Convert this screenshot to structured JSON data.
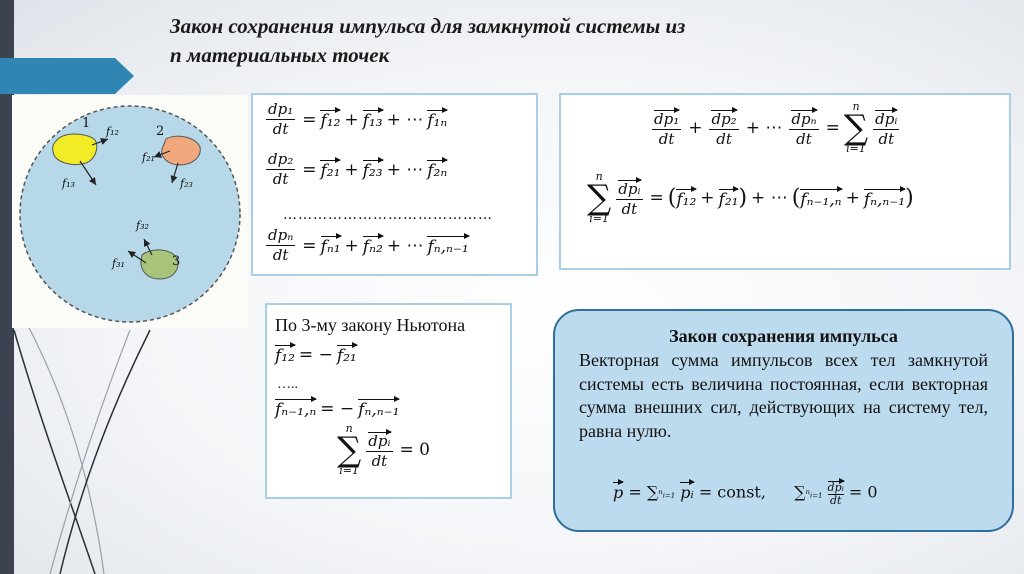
{
  "title": {
    "line1": "Закон сохранения импульса для замкнутой системы из",
    "line2": "n материальных точек"
  },
  "colors": {
    "accent": "#2f86b3",
    "dark_bar": "#3c4350",
    "box_border": "#a9cfe2",
    "law_fill": "#bddbee",
    "law_border": "#2f6f9a",
    "circle_fill": "#b6d8e8",
    "body1": "#f2ec27",
    "body2": "#f0a87c",
    "body3": "#a8c47a"
  },
  "diagram": {
    "labels": {
      "n1": "1",
      "n2": "2",
      "n3": "3",
      "f12": "f₁₂",
      "f13": "f₁₃",
      "f21": "f₂₁",
      "f23": "f₂₃",
      "f32": "f₃₂",
      "f31": "f₃₁"
    }
  },
  "eq1": {
    "rows": [
      {
        "num": "dp₁",
        "den": "dt",
        "eq": "=",
        "t1": "f₁₂",
        "plus1": "+",
        "t2": "f₁₃",
        "plus2": "+ ⋯",
        "t3": "f₁ₙ"
      },
      {
        "num": "dp₂",
        "den": "dt",
        "eq": "=",
        "t1": "f₂₁",
        "plus1": "+",
        "t2": "f₂₃",
        "plus2": "+ ⋯",
        "t3": "f₂ₙ"
      },
      {
        "num": "dpₙ",
        "den": "dt",
        "eq": "=",
        "t1": "fₙ₁",
        "plus1": "+",
        "t2": "fₙ₂",
        "plus2": "+ ⋯",
        "t3": "fₙ,ₙ₋₁"
      }
    ],
    "dots": "……………………………………"
  },
  "eq2": {
    "line1": {
      "n1": "dp₁",
      "n2": "dp₂",
      "n3": "dpₙ",
      "den": "dt",
      "plus": "+",
      "dots": "+ ⋯",
      "eq": "=",
      "sum_top": "n",
      "sum_bot": "i=1",
      "ni": "dpᵢ"
    },
    "line2": {
      "sum_top": "n",
      "sum_bot": "i=1",
      "ni": "dpᵢ",
      "den": "dt",
      "eq": "=",
      "lp": "(",
      "a": "f₁₂",
      "plus": "+",
      "b": "f₂₁",
      "rp": ")",
      "mid": "+ ⋯",
      "lp2": "(",
      "c": "fₙ₋₁,ₙ",
      "d": "fₙ,ₙ₋₁",
      "rp2": ")"
    }
  },
  "newton": {
    "heading": "По 3-му закону Ньютона",
    "r1_left": "f₁₂",
    "r1_eq": "= −",
    "r1_right": "f₂₁",
    "dots": "…..",
    "r2_left": "fₙ₋₁,ₙ",
    "r2_eq": "= −",
    "r2_right": "fₙ,ₙ₋₁",
    "sum_top": "n",
    "sum_bot": "i=1",
    "num": "dpᵢ",
    "den": "dt",
    "tail": "= 0"
  },
  "law": {
    "title": "Закон сохранения импульса",
    "text": "Векторная сумма импульсов всех тел замкнутой системы есть величина постоянная, если векторная сумма внешних сил, действующих на систему тел, равна нулю.",
    "f_p": "p",
    "f_eq": "= ∑",
    "f_lim": "ⁿᵢ₌₁",
    "f_pi": "pᵢ",
    "f_const": "= const,",
    "f2_sum": "∑",
    "f2_lim": "ⁿᵢ₌₁",
    "f2_num": "dpᵢ",
    "f2_den": "dt",
    "f2_tail": "= 0"
  }
}
